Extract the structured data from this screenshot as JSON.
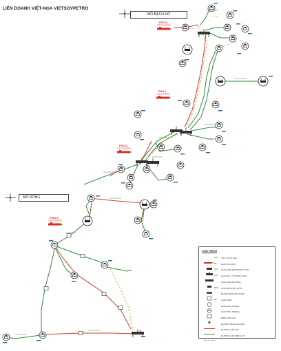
{
  "title": "LIÊN DOANH VIỆT-NGA VIETSOVPETRO",
  "fields": {
    "bachho": "MỎ BẠCH HỔ",
    "rong": "MỎ RỒNG"
  },
  "legend": {
    "title": "CHÚ THÍCH",
    "items": [
      {
        "code": "FSO",
        "text": "TÀU CHỨA DẦU"
      },
      {
        "code": "BK",
        "text": "GIÀN CỐ ĐỊNH"
      },
      {
        "code": "CCP",
        "text": "GIÀN NÉN KHÍ TRUNG TÂM"
      },
      {
        "code": "CPP",
        "text": "GIÀN XỬ LÝ TRUNG TÂM"
      },
      {
        "code": "",
        "text": "GIÀN NÉN KHÍ NHỎ"
      },
      {
        "code": "MSP",
        "text": "GIÀN BƠM ÉP NƯỚC"
      },
      {
        "code": "",
        "text": "BLOCK BƠM ÉP NƯỚC"
      },
      {
        "code": "RP",
        "text": "GIÀN NHẸ"
      },
      {
        "code": "",
        "text": "GIÀN ĐẦU TRANG"
      },
      {
        "code": "",
        "text": "GIÀN THỬ TRẠNG"
      },
      {
        "code": "",
        "text": "ĐIỂM NỐI CAP"
      },
      {
        "code": "",
        "text": "ĐƯỜNG ỐNG DẪN DẦU"
      },
      {
        "code": "",
        "text": "ĐƯỜNG CÁP KHÍ"
      },
      {
        "code": "",
        "text": "ĐƯỜNG CÁP ĐIỆN LỰC"
      }
    ]
  },
  "tankers": [
    {
      "name": "FSO-5",
      "sub": "VIETSOVPETRO"
    },
    {
      "name": "FSO-1",
      "sub": "VIETSOVPETRO"
    },
    {
      "name": "FSO-4",
      "sub": "VIETSOVPETRO"
    },
    {
      "name": "FSO-3",
      "sub": "VIETSOVPETRO"
    }
  ],
  "colors": {
    "oil": "#d63a22",
    "gas": "#2f8a3a",
    "power": "#e0904a",
    "tanker": "#d92b1c",
    "label": "#1d6fb8"
  }
}
